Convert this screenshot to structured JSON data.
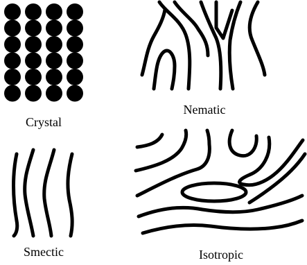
{
  "labels": {
    "crystal": "Crystal",
    "nematic": "Nematic",
    "smectic": "Smectic",
    "isotropic": "Isotropic"
  },
  "crystal_grid": {
    "rows": 6,
    "cols": 4
  },
  "colors": {
    "ink": "#000000",
    "background": "#ffffff"
  }
}
